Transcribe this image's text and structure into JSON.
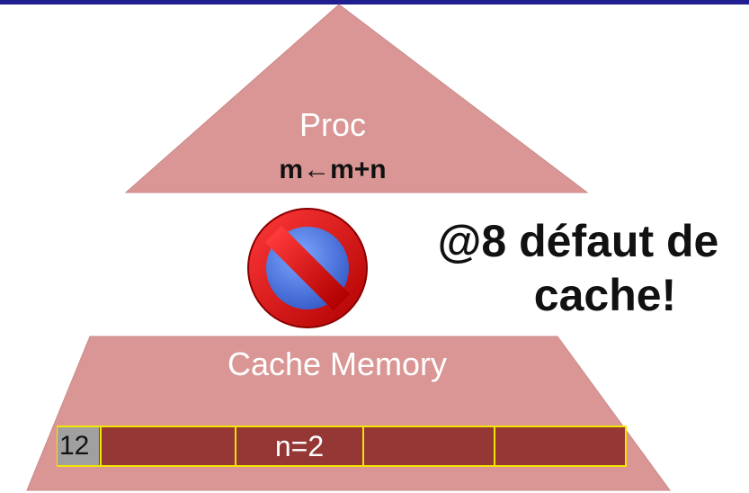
{
  "processor": {
    "label": "Proc",
    "operation": "m←m+n"
  },
  "fault_message": {
    "line1": "@8 défaut de",
    "line2": "cache!"
  },
  "cache": {
    "label": "Cache Memory",
    "cells": [
      "12",
      "",
      "n=2",
      "",
      ""
    ]
  },
  "colors": {
    "pyramid_fill": "#d99694",
    "cache_line_fill": "#953735",
    "cell_border": "#f2e600",
    "forbidden_red": "#e8141b",
    "forbidden_inner": "#3a5fd0",
    "top_bar": "#1f1f8f"
  },
  "icons": {
    "forbidden": "prohibited-icon"
  }
}
